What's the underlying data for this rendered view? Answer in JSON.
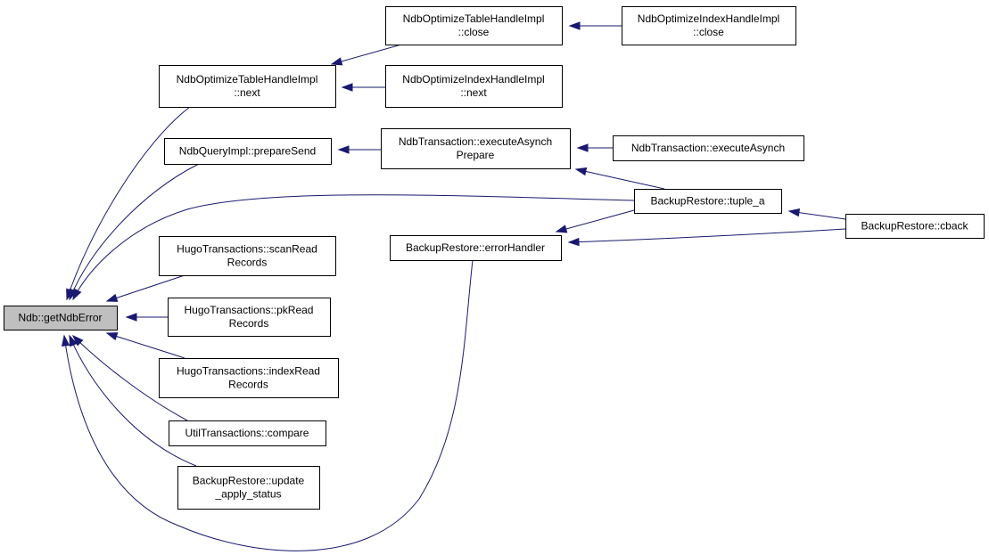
{
  "graph": {
    "colors": {
      "edge": "#191970",
      "root_fill": "#bfbfbf",
      "node_fill": "#ffffff",
      "border": "#000000"
    },
    "nodes": [
      {
        "id": "getNdbError",
        "lines": [
          "Ndb::getNdbError"
        ],
        "root": true
      },
      {
        "id": "optTableNext",
        "lines": [
          "NdbOptimizeTableHandleImpl",
          "::next"
        ]
      },
      {
        "id": "optTableClose",
        "lines": [
          "NdbOptimizeTableHandleImpl",
          "::close"
        ]
      },
      {
        "id": "optIndexClose",
        "lines": [
          "NdbOptimizeIndexHandleImpl",
          "::close"
        ]
      },
      {
        "id": "optIndexNext",
        "lines": [
          "NdbOptimizeIndexHandleImpl",
          "::next"
        ]
      },
      {
        "id": "prepareSend",
        "lines": [
          "NdbQueryImpl::prepareSend"
        ]
      },
      {
        "id": "execAsynchPrepare",
        "lines": [
          "NdbTransaction::executeAsynch",
          "Prepare"
        ]
      },
      {
        "id": "execAsynch",
        "lines": [
          "NdbTransaction::executeAsynch"
        ]
      },
      {
        "id": "tupleA",
        "lines": [
          "BackupRestore::tuple_a"
        ]
      },
      {
        "id": "cback",
        "lines": [
          "BackupRestore::cback"
        ]
      },
      {
        "id": "errorHandler",
        "lines": [
          "BackupRestore::errorHandler"
        ]
      },
      {
        "id": "scanRead",
        "lines": [
          "HugoTransactions::scanRead",
          "Records"
        ]
      },
      {
        "id": "pkRead",
        "lines": [
          "HugoTransactions::pkRead",
          "Records"
        ]
      },
      {
        "id": "indexRead",
        "lines": [
          "HugoTransactions::indexRead",
          "Records"
        ]
      },
      {
        "id": "utilCompare",
        "lines": [
          "UtilTransactions::compare"
        ]
      },
      {
        "id": "updateApply",
        "lines": [
          "BackupRestore::update",
          "_apply_status"
        ]
      }
    ],
    "edges": [
      {
        "from": "optTableNext",
        "to": "getNdbError"
      },
      {
        "from": "prepareSend",
        "to": "getNdbError"
      },
      {
        "from": "tupleA",
        "to": "getNdbError"
      },
      {
        "from": "scanRead",
        "to": "getNdbError"
      },
      {
        "from": "pkRead",
        "to": "getNdbError"
      },
      {
        "from": "indexRead",
        "to": "getNdbError"
      },
      {
        "from": "utilCompare",
        "to": "getNdbError"
      },
      {
        "from": "updateApply",
        "to": "getNdbError"
      },
      {
        "from": "errorHandler",
        "to": "getNdbError"
      },
      {
        "from": "optTableClose",
        "to": "optTableNext"
      },
      {
        "from": "optIndexNext",
        "to": "optTableNext"
      },
      {
        "from": "optIndexClose",
        "to": "optTableClose"
      },
      {
        "from": "execAsynchPrepare",
        "to": "prepareSend"
      },
      {
        "from": "execAsynch",
        "to": "execAsynchPrepare"
      },
      {
        "from": "tupleA",
        "to": "execAsynchPrepare"
      },
      {
        "from": "cback",
        "to": "tupleA"
      },
      {
        "from": "tupleA",
        "to": "errorHandler"
      },
      {
        "from": "cback",
        "to": "errorHandler"
      }
    ]
  }
}
